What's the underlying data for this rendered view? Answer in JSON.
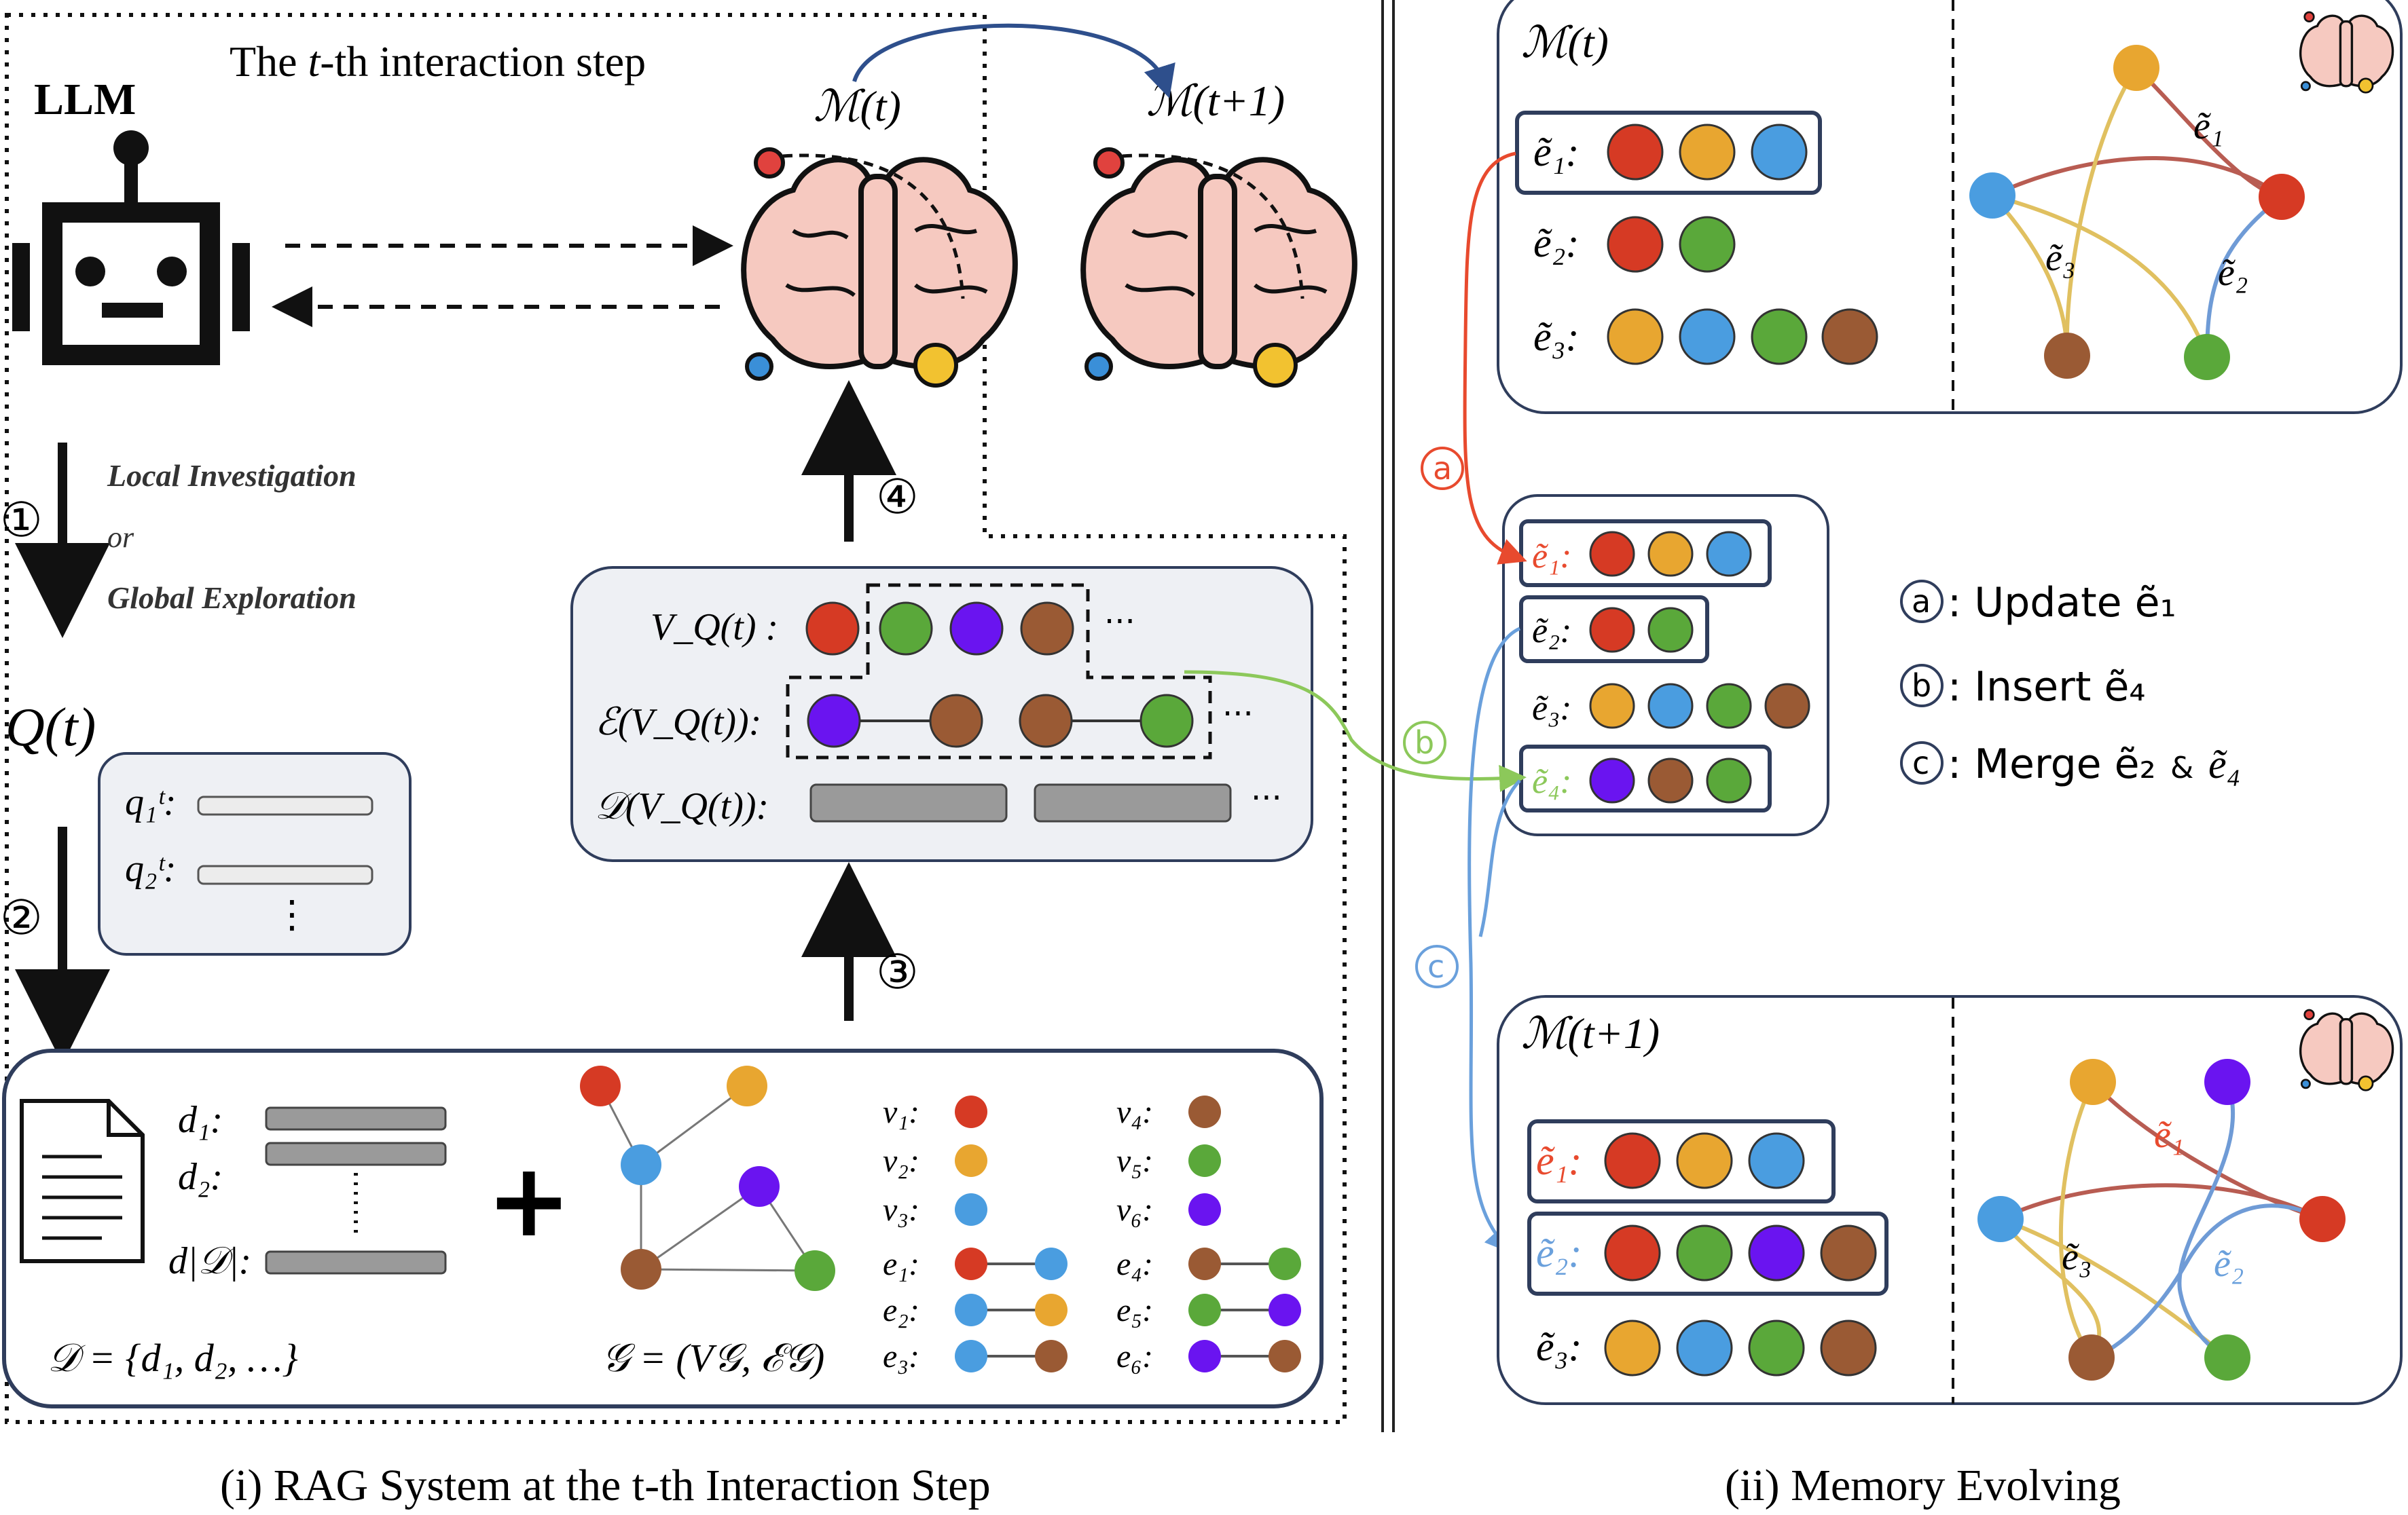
{
  "colors": {
    "red": "#d63a24",
    "orange": "#e8a630",
    "blue": "#4a9de0",
    "green": "#5aa83a",
    "brown": "#9a5a34",
    "purple": "#6a14f0",
    "panel_fill": "#eef0f4",
    "panel_border": "#2f3d5c",
    "gray_bar": "#9a9a9a",
    "edge_red": "#b85c52",
    "edge_yellow": "#e0c060",
    "edge_blue": "#6f9bd6",
    "arrow_a": "#e84a2e",
    "arrow_b": "#8cc85a",
    "arrow_c": "#6aa0dc",
    "curve_top": "#2e4f8c"
  },
  "left_panel": {
    "llm_label": "LLM",
    "step_title_pre": "The ",
    "step_title_var": "t",
    "step_title_post": "-th interaction step",
    "memory_t": "ℳ(t)",
    "memory_t1": "ℳ(t+1)",
    "step1_num": "①",
    "step1_line1": "Local Investigation",
    "step1_line2": "or",
    "step1_line3": "Global Exploration",
    "step2_num": "②",
    "step3_num": "③",
    "step4_num": "④",
    "query_label": "Q(t)",
    "q1": "q₁ᵗ:",
    "q2": "q₂ᵗ:",
    "vdots": "⋮",
    "retrieval_v": "V_Q(t) :",
    "retrieval_e": "ℰ(V_Q(t)):",
    "retrieval_d": "𝒟(V_Q(t)):",
    "ellipsis": "···",
    "doc_d1": "d₁:",
    "doc_d2": "d₂:",
    "doc_dD": "d|𝒟|:",
    "doc_set": "𝒟 = {d₁, d₂, …}",
    "plus": "+",
    "graph_def": "𝒢 = (V𝒢, ℰ𝒢)",
    "legend_nodes": [
      {
        "label": "v₁:",
        "color": "red"
      },
      {
        "label": "v₂:",
        "color": "orange"
      },
      {
        "label": "v₃:",
        "color": "blue"
      },
      {
        "label": "v₄:",
        "color": "brown"
      },
      {
        "label": "v₅:",
        "color": "green"
      },
      {
        "label": "v₆:",
        "color": "purple"
      }
    ],
    "legend_edges": [
      {
        "label": "e₁:",
        "from": "red",
        "to": "blue"
      },
      {
        "label": "e₂:",
        "from": "blue",
        "to": "orange"
      },
      {
        "label": "e₃:",
        "from": "blue",
        "to": "brown"
      },
      {
        "label": "e₄:",
        "from": "brown",
        "to": "green"
      },
      {
        "label": "e₅:",
        "from": "green",
        "to": "purple"
      },
      {
        "label": "e₆:",
        "from": "purple",
        "to": "brown"
      }
    ]
  },
  "right_panel": {
    "mem_t_title": "ℳ(t)",
    "mem_t1_title": "ℳ(t+1)",
    "e1": "ẽ₁:",
    "e2": "ẽ₂:",
    "e3": "ẽ₃:",
    "e4": "ẽ₄:",
    "graph_e1": "ẽ₁",
    "graph_e2": "ẽ₂",
    "graph_e3": "ẽ₃",
    "marker_a": "a",
    "marker_b": "b",
    "marker_c": "c",
    "legend_a": ": Update ẽ₁",
    "legend_b": ": Insert ẽ₄",
    "legend_c_pre": ": Merge ẽ₂",
    "legend_c_amp": "&",
    "legend_c_post": "ẽ₄"
  },
  "captions": {
    "left": "(i) RAG System at the t-th Interaction Step",
    "right": "(ii) Memory Evolving"
  }
}
